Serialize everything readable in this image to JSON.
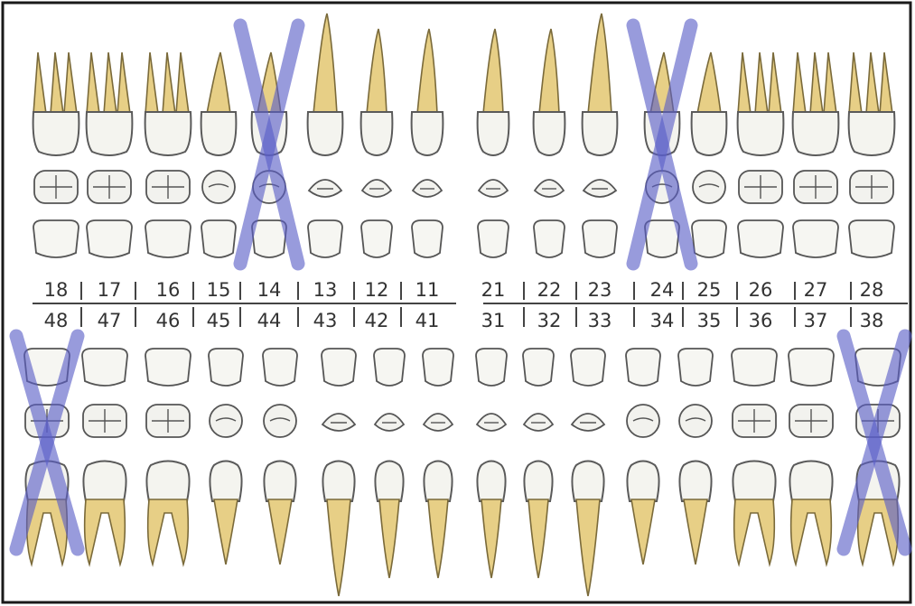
{
  "upper": [
    {
      "number": "18",
      "type": "molar",
      "extracted": false
    },
    {
      "number": "17",
      "type": "molar",
      "extracted": false
    },
    {
      "number": "16",
      "type": "molar",
      "extracted": false
    },
    {
      "number": "15",
      "type": "premolar",
      "extracted": false
    },
    {
      "number": "14",
      "type": "premolar",
      "extracted": true
    },
    {
      "number": "13",
      "type": "canine",
      "extracted": false
    },
    {
      "number": "12",
      "type": "incisor",
      "extracted": false
    },
    {
      "number": "11",
      "type": "incisor",
      "extracted": false
    },
    {
      "number": "21",
      "type": "incisor",
      "extracted": false
    },
    {
      "number": "22",
      "type": "incisor",
      "extracted": false
    },
    {
      "number": "23",
      "type": "canine",
      "extracted": false
    },
    {
      "number": "24",
      "type": "premolar",
      "extracted": true
    },
    {
      "number": "25",
      "type": "premolar",
      "extracted": false
    },
    {
      "number": "26",
      "type": "molar",
      "extracted": false
    },
    {
      "number": "27",
      "type": "molar",
      "extracted": false
    },
    {
      "number": "28",
      "type": "molar",
      "extracted": false
    }
  ],
  "lower": [
    {
      "number": "48",
      "type": "molar",
      "extracted": true
    },
    {
      "number": "47",
      "type": "molar",
      "extracted": false
    },
    {
      "number": "46",
      "type": "molar",
      "extracted": false
    },
    {
      "number": "45",
      "type": "premolar",
      "extracted": false
    },
    {
      "number": "44",
      "type": "premolar",
      "extracted": false
    },
    {
      "number": "43",
      "type": "canine",
      "extracted": false
    },
    {
      "number": "42",
      "type": "incisor",
      "extracted": false
    },
    {
      "number": "41",
      "type": "incisor",
      "extracted": false
    },
    {
      "number": "31",
      "type": "incisor",
      "extracted": false
    },
    {
      "number": "32",
      "type": "incisor",
      "extracted": false
    },
    {
      "number": "33",
      "type": "canine",
      "extracted": false
    },
    {
      "number": "34",
      "type": "premolar",
      "extracted": false
    },
    {
      "number": "35",
      "type": "premolar",
      "extracted": false
    },
    {
      "number": "36",
      "type": "molar",
      "extracted": false
    },
    {
      "number": "37",
      "type": "molar",
      "extracted": false
    },
    {
      "number": "38",
      "type": "molar",
      "extracted": true
    }
  ],
  "colors": {
    "crown": "#f4f4ef",
    "root": "#e7cf86",
    "extraction_mark": "#5a5ec8"
  }
}
